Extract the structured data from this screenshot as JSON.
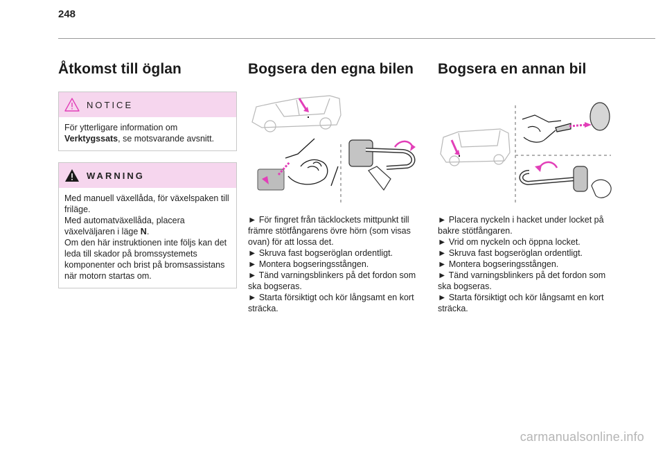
{
  "page_number": "248",
  "col1": {
    "title": "Åtkomst till öglan",
    "notice": {
      "label": "NOTICE",
      "text_before": "För ytterligare information om ",
      "text_bold": "Verktygssats",
      "text_after": ", se motsvarande avsnitt."
    },
    "warning": {
      "label": "WARNING",
      "line1": "Med manuell växellåda, för växelspaken till friläge.",
      "line2_before": "Med automatväxellåda, placera växelväljaren i läge ",
      "line2_bold": "N",
      "line2_after": ".",
      "line3": "Om den här instruktionen inte följs kan det leda till skador på bromssystemets komponenter och brist på bromsassistans när motorn startas om."
    }
  },
  "col2": {
    "title": "Bogsera den egna bilen",
    "steps": [
      "► För fingret från täcklockets mittpunkt till främre stötfångarens övre hörn (som visas ovan) för att lossa det.",
      "► Skruva fast bogseröglan ordentligt.",
      "► Montera bogseringsstången.",
      "► Tänd varningsblinkers på det fordon som ska bogseras.",
      "► Starta försiktigt och kör långsamt en kort sträcka."
    ]
  },
  "col3": {
    "title": "Bogsera en annan bil",
    "steps": [
      "► Placera nyckeln i hacket under locket på bakre stötfångaren.",
      "► Vrid om nyckeln och öppna locket.",
      "► Skruva fast bogseröglan ordentligt.",
      "► Montera bogseringsstången.",
      "► Tänd varningsblinkers på det fordon som ska bogseras.",
      "► Starta försiktigt och kör långsamt en kort sträcka."
    ]
  },
  "footer": "carmanualsonline.info",
  "colors": {
    "accent": "#e23fb8",
    "box_header": "#f6d6ee"
  }
}
